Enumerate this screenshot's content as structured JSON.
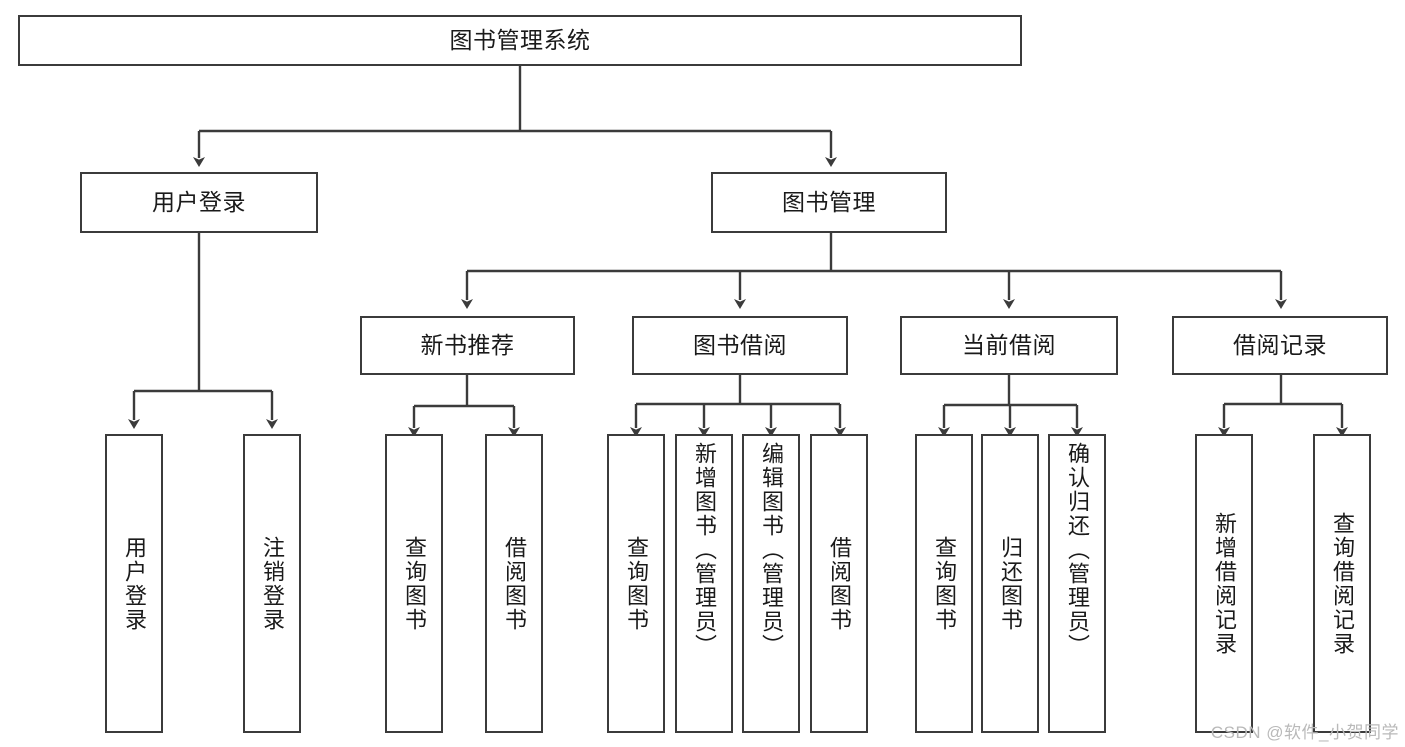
{
  "diagram": {
    "title": "图书管理系统",
    "type": "tree",
    "watermark": "CSDN @软件_小贺同学",
    "colors": {
      "box_border": "#3b3b3b",
      "box_fill": "#ffffff",
      "edge": "#3b3b3b",
      "text": "#1a1a1a",
      "watermark": "#b9b9b9",
      "background": "#ffffff"
    },
    "nodes": {
      "root": {
        "label": "图书管理系统"
      },
      "level2": [
        {
          "id": "user-login",
          "label": "用户登录"
        },
        {
          "id": "book-manage",
          "label": "图书管理"
        }
      ],
      "level3": [
        {
          "id": "new-book-recommend",
          "label": "新书推荐"
        },
        {
          "id": "book-borrow",
          "label": "图书借阅"
        },
        {
          "id": "current-borrow",
          "label": "当前借阅"
        },
        {
          "id": "borrow-record",
          "label": "借阅记录"
        }
      ],
      "leaves": {
        "user_login": [
          {
            "id": "leaf-user-login",
            "label": "用户登录"
          },
          {
            "id": "leaf-logout-login",
            "label": "注销登录"
          }
        ],
        "new_book_recommend": [
          {
            "id": "leaf-query-book-1",
            "label": "查询图书"
          },
          {
            "id": "leaf-borrow-book-1",
            "label": "借阅图书"
          }
        ],
        "book_borrow": [
          {
            "id": "leaf-query-book-2",
            "label": "查询图书"
          },
          {
            "id": "leaf-add-book",
            "label": "新增图书（管理员）"
          },
          {
            "id": "leaf-edit-book",
            "label": "编辑图书（管理员）"
          },
          {
            "id": "leaf-borrow-book-2",
            "label": "借阅图书"
          }
        ],
        "current_borrow": [
          {
            "id": "leaf-query-book-3",
            "label": "查询图书"
          },
          {
            "id": "leaf-return-book",
            "label": "归还图书"
          },
          {
            "id": "leaf-confirm-return",
            "label": "确认归还（管理员）"
          }
        ],
        "borrow_record": [
          {
            "id": "leaf-add-record",
            "label": "新增借阅记录"
          },
          {
            "id": "leaf-query-record",
            "label": "查询借阅记录"
          }
        ]
      }
    }
  }
}
